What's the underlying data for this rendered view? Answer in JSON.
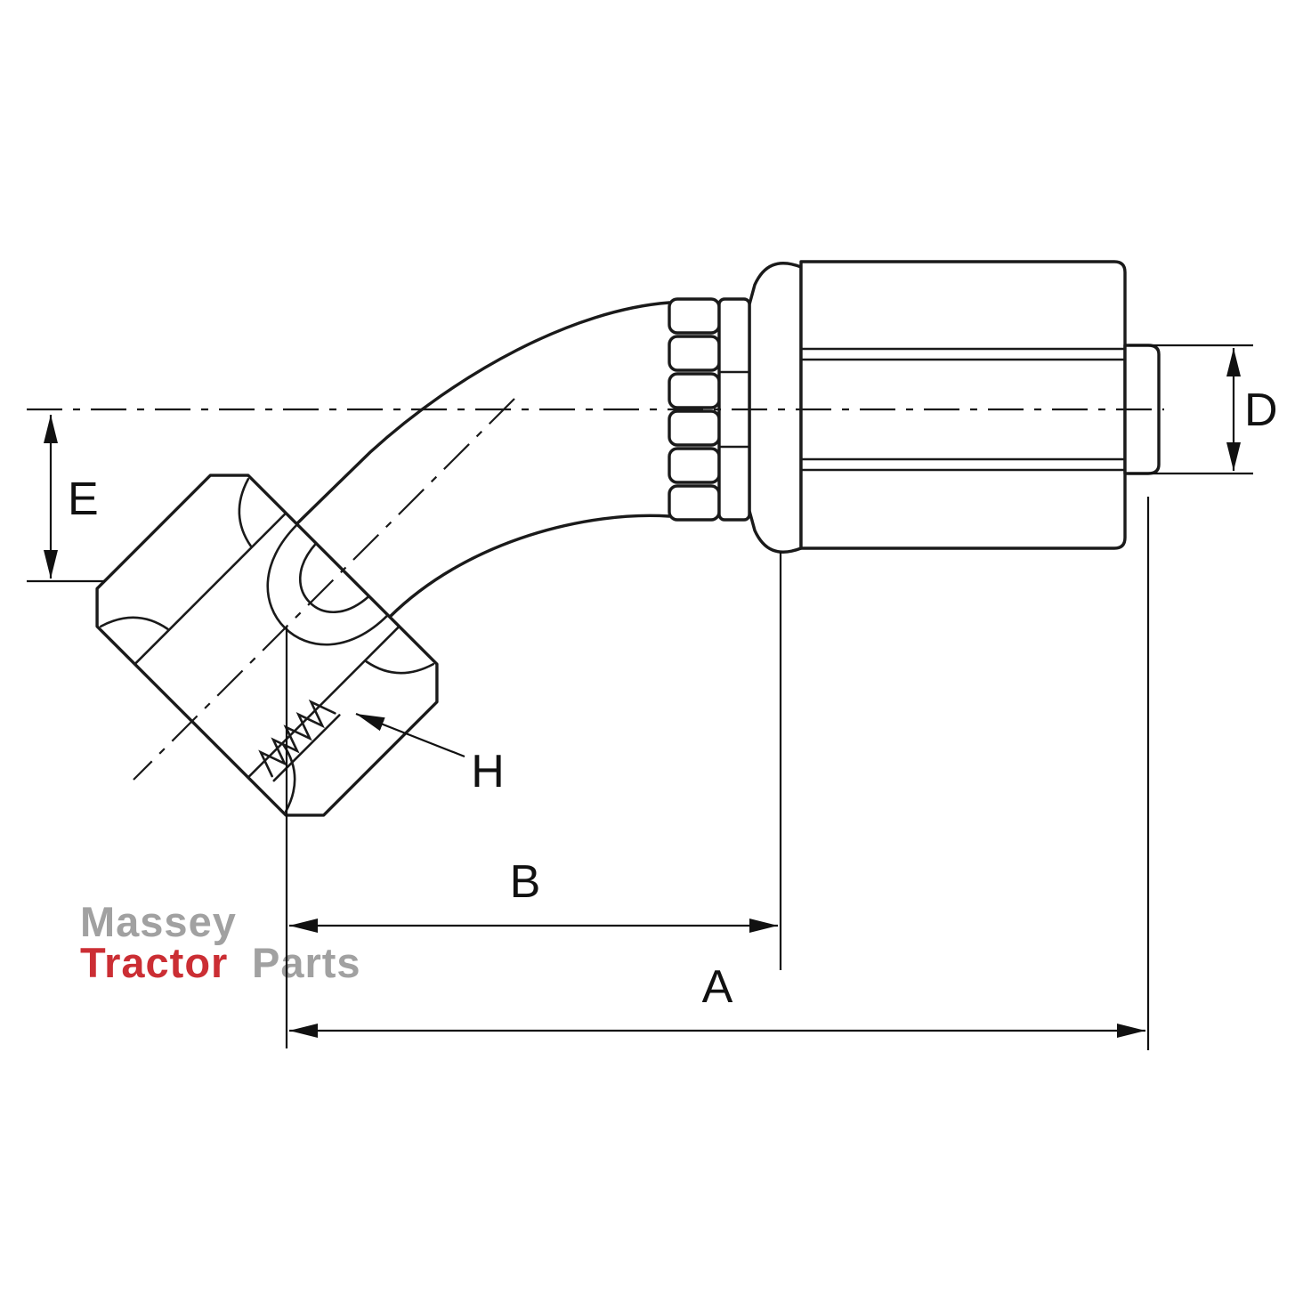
{
  "canvas": {
    "background": "#ffffff",
    "line_color": "#1a1a1a"
  },
  "diagram": {
    "kind": "technical line drawing",
    "subject": "45 degree elbow female swivel hydraulic hose fitting with crimp ferrule, side view",
    "dimensions": {
      "a": "A",
      "b": "B",
      "d": "D",
      "e": "E",
      "h": "H"
    }
  },
  "watermark": {
    "line1": "Massey",
    "line2_red": "Tractor",
    "line2_gray": "Parts",
    "color_gray": "#9c9c9c",
    "color_red": "#c9232a"
  }
}
